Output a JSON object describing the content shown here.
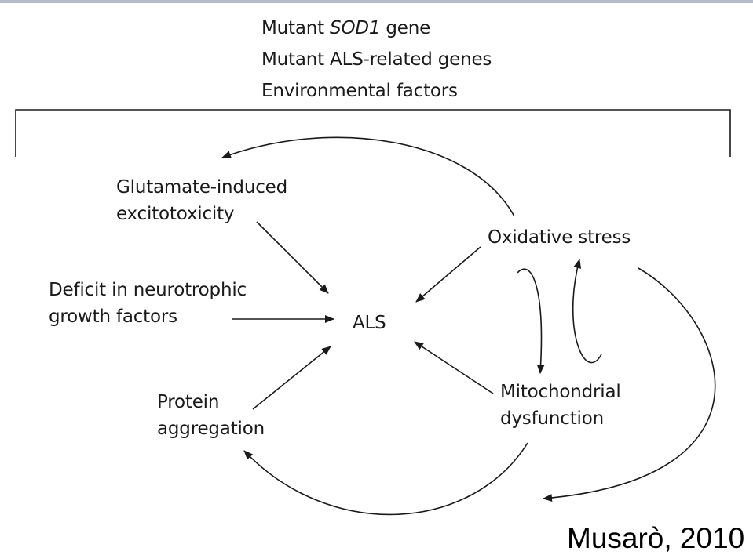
{
  "diagram": {
    "causes": {
      "line1_prefix": "Mutant ",
      "line1_italic": "SOD1",
      "line1_suffix": " gene",
      "line2": "Mutant ALS-related genes",
      "line3": "Environmental factors"
    },
    "nodes": {
      "glutamate": {
        "line1": "Glutamate-induced",
        "line2": "excitotoxicity"
      },
      "deficit": {
        "line1": "Deficit in neurotrophic",
        "line2": "growth factors"
      },
      "protein": {
        "line1": "Protein",
        "line2": "aggregation"
      },
      "als": "ALS",
      "oxidative": "Oxidative stress",
      "mitochondrial": {
        "line1": "Mitochondrial",
        "line2": "dysfunction"
      }
    }
  },
  "citation": "Musarò, 2010",
  "colors": {
    "text": "#1a1a1a",
    "arrow": "#1a1a1a",
    "top_rule": "#b8bcc8",
    "background": "#ffffff"
  }
}
